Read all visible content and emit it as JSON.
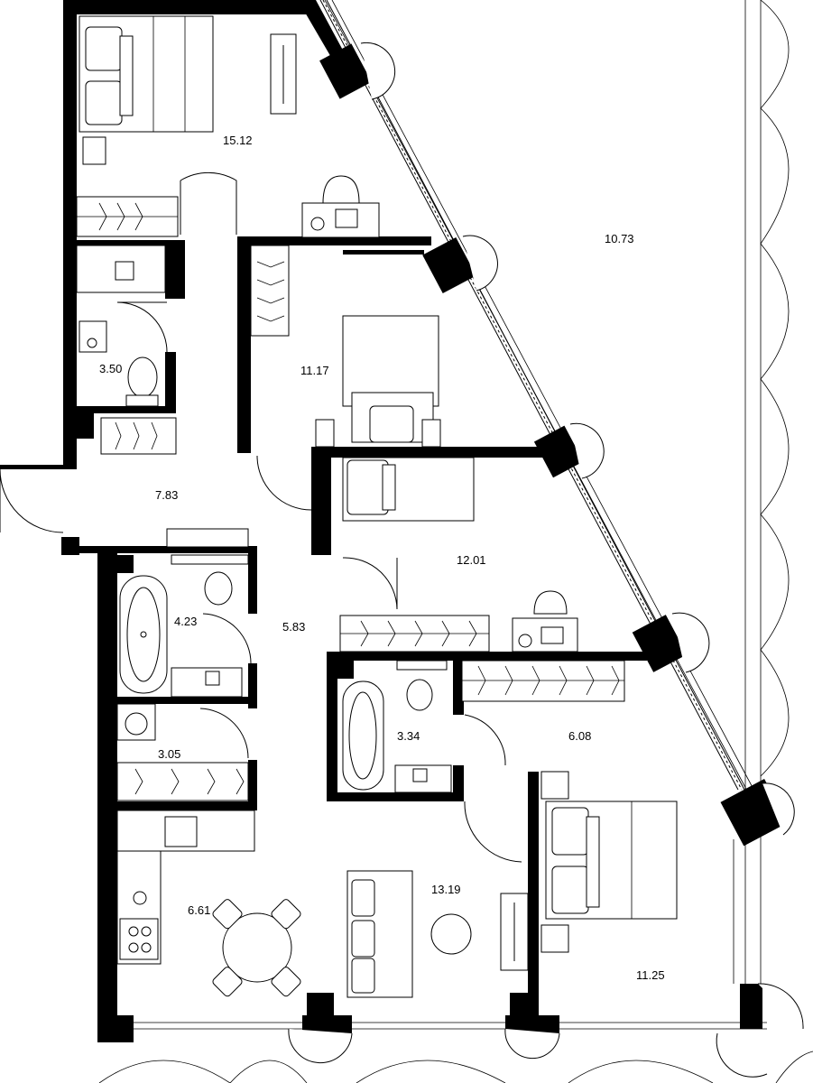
{
  "plan": {
    "rooms": [
      {
        "id": "bedroom-top-left",
        "area": "15.12"
      },
      {
        "id": "terrace",
        "area": "10.73"
      },
      {
        "id": "bedroom-middle",
        "area": "11.17"
      },
      {
        "id": "bathroom-top",
        "area": "3.50"
      },
      {
        "id": "entrance-hall",
        "area": "7.83"
      },
      {
        "id": "bedroom-child",
        "area": "12.01"
      },
      {
        "id": "bathroom-left",
        "area": "4.23"
      },
      {
        "id": "corridor",
        "area": "5.83"
      },
      {
        "id": "bathroom-center",
        "area": "3.34"
      },
      {
        "id": "dressing-room",
        "area": "6.08"
      },
      {
        "id": "laundry",
        "area": "3.05"
      },
      {
        "id": "living-room",
        "area": "13.19"
      },
      {
        "id": "kitchen",
        "area": "6.61"
      },
      {
        "id": "bedroom-master",
        "area": "11.25"
      }
    ],
    "colors": {
      "wall": "#000000",
      "background": "#ffffff"
    }
  }
}
